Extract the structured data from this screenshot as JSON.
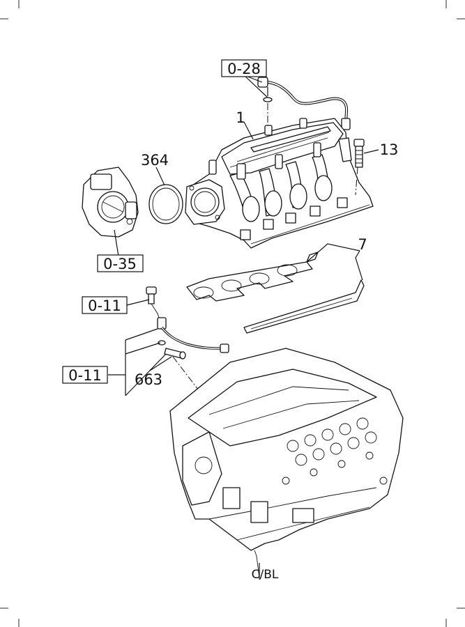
{
  "callouts": {
    "ref_0_28": "0-28",
    "part_1": "1",
    "part_13": "13",
    "part_364": "364",
    "ref_0_35": "0-35",
    "part_7": "7",
    "ref_0_11_upper": "0-11",
    "ref_0_11_lower": "0-11",
    "part_663": "663",
    "cbl": "C/BL"
  }
}
